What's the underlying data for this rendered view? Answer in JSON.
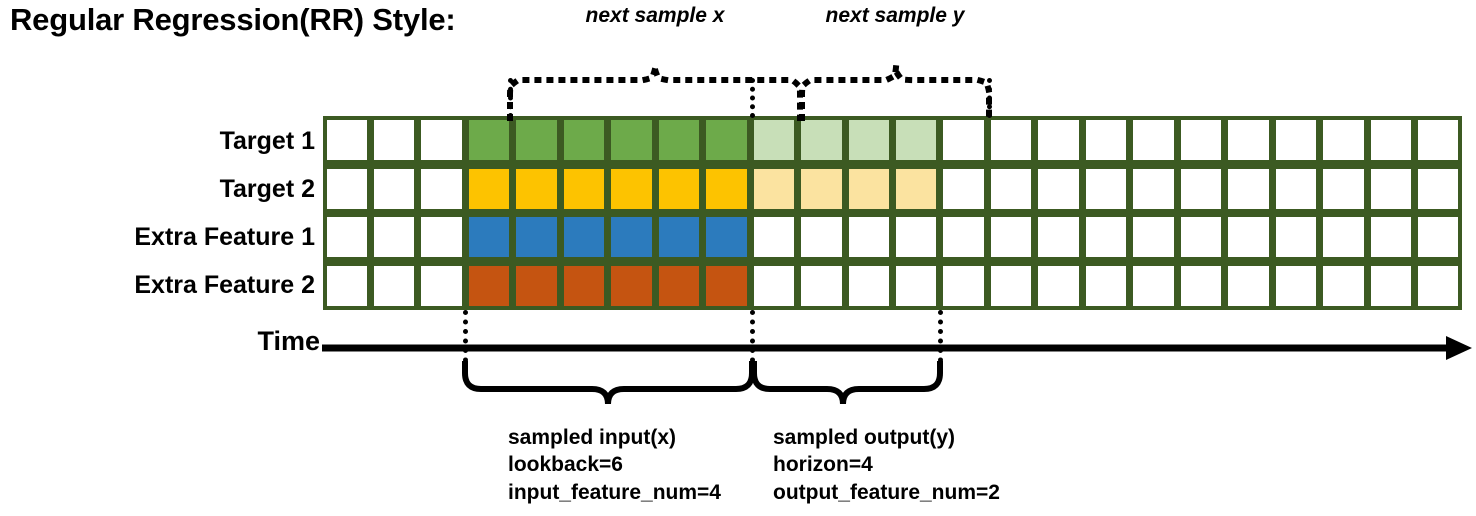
{
  "title": "Regular Regression(RR) Style:",
  "rows": [
    {
      "label": "Target 1",
      "name": "target-1"
    },
    {
      "label": "Target 2",
      "name": "target-2"
    },
    {
      "label": "Extra Feature 1",
      "name": "extra-feature-1"
    },
    {
      "label": "Extra Feature 2",
      "name": "extra-feature-2"
    }
  ],
  "grid": {
    "total_columns": 24,
    "leading_blank_columns": 3,
    "input_columns": 6,
    "output_columns": 4,
    "trailing_blank_columns": 11,
    "border_color": "#3C5A22",
    "blank_color": "#FFFFFF",
    "fills": [
      {
        "row": 0,
        "solid_color": "#6DAA4A",
        "faded_color": "#C8DFB8",
        "has_output": true
      },
      {
        "row": 1,
        "solid_color": "#FDC300",
        "faded_color": "#FBE3A0",
        "has_output": true
      },
      {
        "row": 2,
        "solid_color": "#2C7BBD",
        "faded_color": null,
        "has_output": false
      },
      {
        "row": 3,
        "solid_color": "#C55411",
        "faded_color": null,
        "has_output": false
      }
    ]
  },
  "time_axis": {
    "label": "Time",
    "arrow": "right-arrow-icon"
  },
  "top_braces": [
    {
      "caption": "next sample x",
      "name": "next-sample-x"
    },
    {
      "caption": "next sample y",
      "name": "next-sample-y"
    }
  ],
  "bottom_braces": [
    {
      "name": "sampled-input",
      "line1": "sampled input(x)",
      "line2": "lookback=6",
      "line3": "input_feature_num=4"
    },
    {
      "name": "sampled-output",
      "line1": "sampled output(y)",
      "line2": "horizon=4",
      "line3": "output_feature_num=2"
    }
  ]
}
